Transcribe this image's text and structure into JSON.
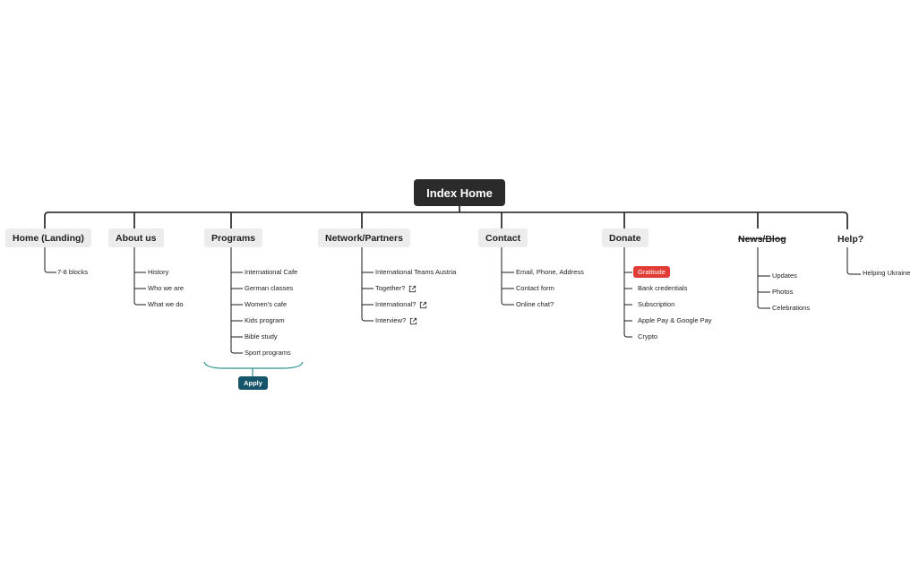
{
  "root": {
    "label": "Index Home"
  },
  "branches": [
    {
      "id": "home",
      "label": "Home (Landing)",
      "style": "box",
      "children": [
        {
          "label": "7-8 blocks"
        }
      ]
    },
    {
      "id": "about",
      "label": "About us",
      "style": "box",
      "children": [
        {
          "label": "History"
        },
        {
          "label": "Who we are"
        },
        {
          "label": "What we do"
        }
      ]
    },
    {
      "id": "programs",
      "label": "Programs",
      "style": "box",
      "children": [
        {
          "label": "International Cafe"
        },
        {
          "label": "German classes"
        },
        {
          "label": "Women's cafe"
        },
        {
          "label": "Kids program"
        },
        {
          "label": "Bible study"
        },
        {
          "label": "Sport programs"
        }
      ]
    },
    {
      "id": "network",
      "label": "Network/Partners",
      "style": "box",
      "children": [
        {
          "label": "International Teams Austria"
        },
        {
          "label": "Together?",
          "icon": "external-link-icon"
        },
        {
          "label": "International?",
          "icon": "external-link-icon"
        },
        {
          "label": "Interview?",
          "icon": "external-link-icon"
        }
      ]
    },
    {
      "id": "contact",
      "label": "Contact",
      "style": "box",
      "children": [
        {
          "label": "Email, Phone, Address"
        },
        {
          "label": "Contact form"
        },
        {
          "label": "Online chat?"
        }
      ]
    },
    {
      "id": "donate",
      "label": "Donate",
      "style": "box",
      "children": [
        {
          "label": "Gratitude",
          "highlight": "#e03c35"
        },
        {
          "label": "Bank credentials"
        },
        {
          "label": "Subscription"
        },
        {
          "label": "Apple Pay & Google Pay"
        },
        {
          "label": "Crypto"
        }
      ]
    },
    {
      "id": "news",
      "label": "News/Blog",
      "style": "strikethrough",
      "children": [
        {
          "label": "Updates"
        },
        {
          "label": "Photos"
        },
        {
          "label": "Celebrations"
        }
      ]
    },
    {
      "id": "help",
      "label": "Help?",
      "style": "plain",
      "children": [
        {
          "label": "Helping Ukraine"
        }
      ]
    }
  ],
  "programs_summary": {
    "label": "Apply",
    "color": "#17566a"
  },
  "colors": {
    "line": "#1a1a1a",
    "root_fill": "#2b2b2b",
    "topic_fill": "#ececec",
    "summary_line": "#2a8f88"
  }
}
